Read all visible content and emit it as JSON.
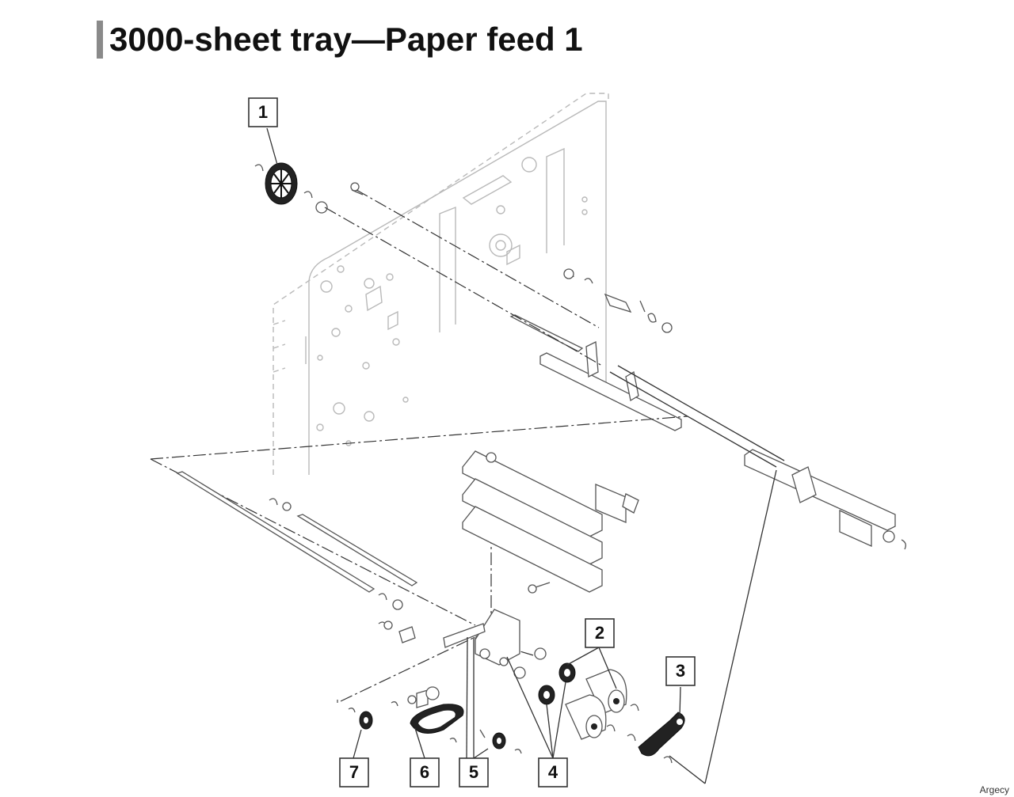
{
  "title": "3000-sheet tray—Paper feed 1",
  "callouts": [
    "1",
    "2",
    "3",
    "4",
    "5",
    "6",
    "7"
  ],
  "watermark": "Argecy"
}
